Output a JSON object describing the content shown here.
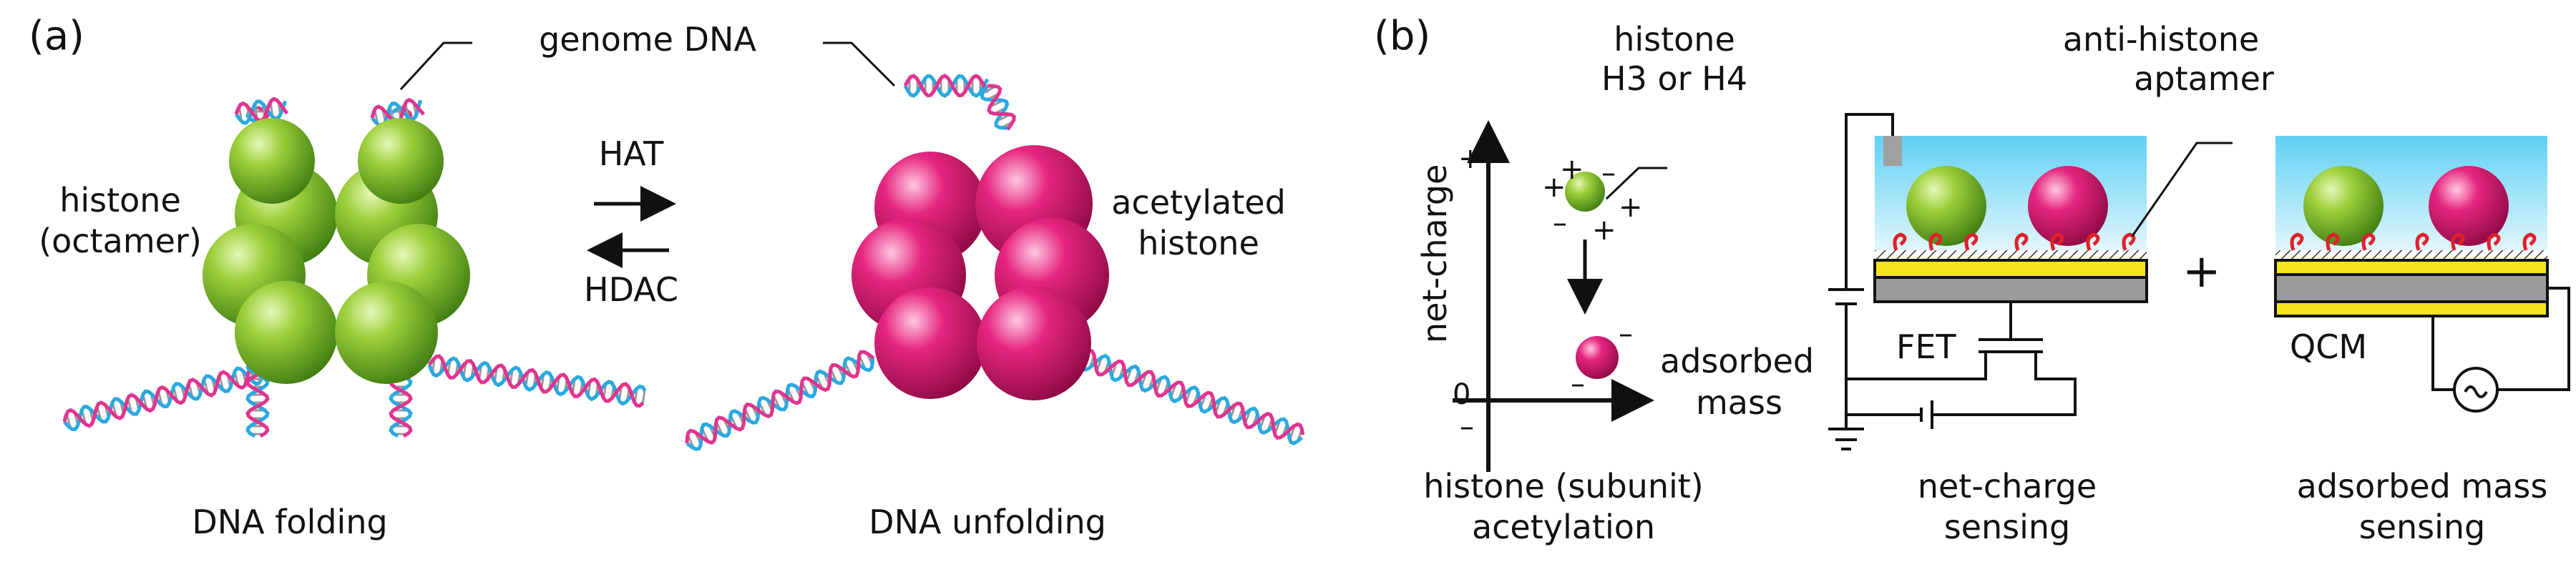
{
  "panel_a": {
    "label": "(a)",
    "genome_dna": "genome DNA",
    "histone_line1": "histone",
    "histone_line2": "(octamer)",
    "hat": "HAT",
    "hdac": "HDAC",
    "acetylated_line1": "acetylated",
    "acetylated_line2": "histone",
    "caption_folding": "DNA folding",
    "caption_unfolding": "DNA unfolding"
  },
  "panel_b": {
    "label": "(b)",
    "histone_line1": "histone",
    "histone_line2": "H3 or H4",
    "axis_y": "net-charge",
    "plus_sign": "+",
    "zero": "0",
    "minus_sign": "–",
    "adsorbed_line1": "adsorbed",
    "adsorbed_line2": "mass",
    "axis_x_line1": "histone (subunit)",
    "axis_x_line2": "acetylation",
    "aptamer_line1": "anti-histone",
    "aptamer_line2": "aptamer",
    "fet": "FET",
    "qcm": "QCM",
    "plus_join": "+",
    "caption_net_line1": "net-charge",
    "caption_net_line2": "sensing",
    "caption_mass_line1": "adsorbed mass",
    "caption_mass_line2": "sensing"
  },
  "colors": {
    "histone_green": "#6ab023",
    "acetylated_magenta": "#d4166f",
    "dna_blue": "#2ba8e0",
    "dna_pink": "#e0348f",
    "electrode_yellow": "#f5e41c",
    "substrate_gray": "#9a9a9a",
    "solution_cyan": "#8fdcf5",
    "aptamer_red": "#e0202a"
  }
}
